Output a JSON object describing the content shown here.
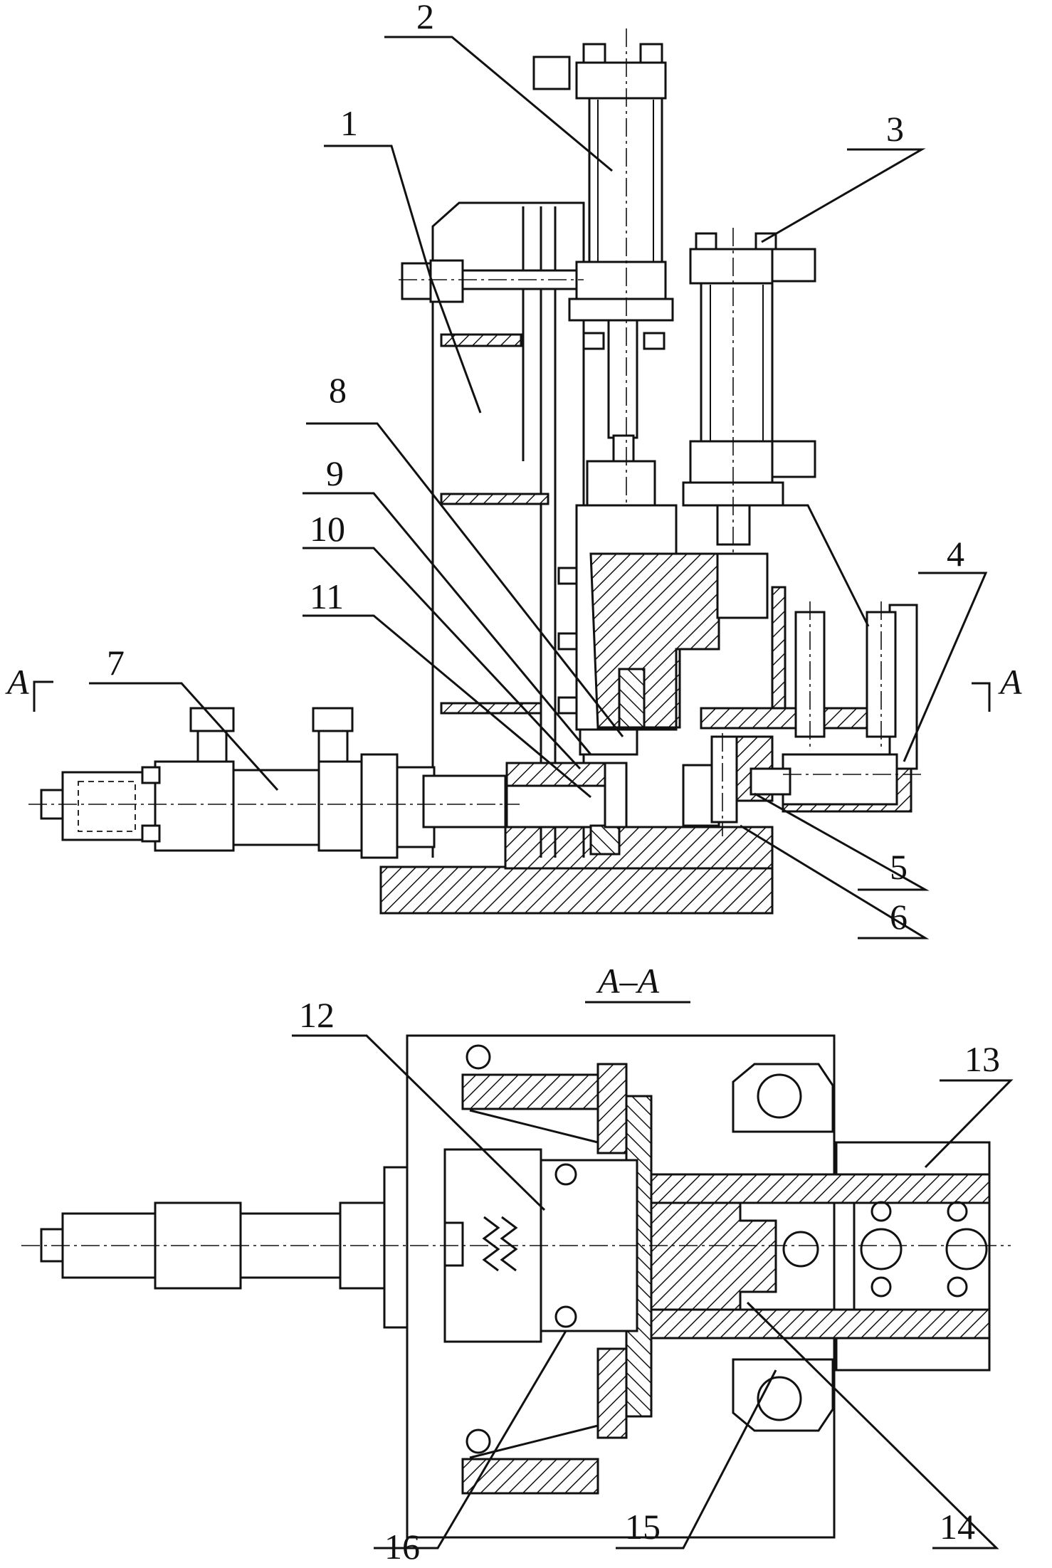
{
  "section_view_title": "A–A",
  "section_marker_left": "A",
  "section_marker_right": "A",
  "part_labels": {
    "p1": "1",
    "p2": "2",
    "p3": "3",
    "p4": "4",
    "p5": "5",
    "p6": "6",
    "p7": "7",
    "p8": "8",
    "p9": "9",
    "p10": "10",
    "p11": "11",
    "p12": "12",
    "p13": "13",
    "p14": "14",
    "p15": "15",
    "p16": "16"
  },
  "colors": {
    "ink": "#111111",
    "paper": "#ffffff"
  }
}
